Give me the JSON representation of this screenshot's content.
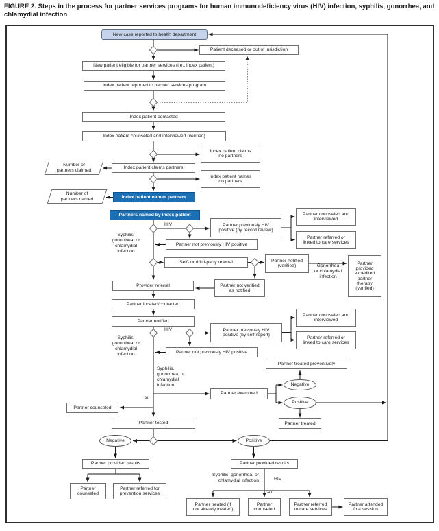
{
  "figure": {
    "title": "FIGURE 2. Steps in the process for partner services programs for human immunodeficiency virus (HIV) infection, syphilis, gonorrhea, and chlamydial infection"
  },
  "colors": {
    "accent_blue": "#1a6fb5",
    "light_blue_fill": "#c6d3ea",
    "box_border": "#6f6f6f",
    "line": "#1a1a1a"
  },
  "nodes": {
    "new_case": "New case reported to health department",
    "deceased": "Patient deceased or out of jurisdiction",
    "eligible": "New patient eligible for partner services (i.e., index patient)",
    "reported": "Index patient reported to partner services program",
    "contacted": "Index patient contacted",
    "counseled_interviewed": "Index patient counseled and interviewed (verified)",
    "claims_no_partners": "Index patient claims\nno partners",
    "claims_partners": "Index patient claims partners",
    "names_no_partners": "Index patient names\nno partners",
    "names_partners": "Index patient names partners",
    "number_claimed": "Number of\npartners claimed",
    "number_named": "Number of\npartners named",
    "partners_named_by_index": "Partners named by index patient",
    "prev_hiv_record": "Partner previously HIV\npositive (by record review)",
    "prev_hiv_self": "Partner previously HIV\npositive (by self-report)",
    "partner_counseled_interviewed": "Partner counseled and\ninterviewed",
    "partner_referred_linked": "Partner referred or\nlinked to care services",
    "not_prev_hiv": "Partner not previously HIV positive",
    "self_third_referral": "Self- or third-party referral",
    "notified_verified": "Partner notified\n(verified)",
    "ept": "Partner\nprovided\nexpedited\npartner\ntherapy\n(verified)",
    "provider_referral": "Provider referral",
    "not_verified_notified": "Partner not verified\nas notified",
    "located_contacted": "Partner located/contacted",
    "partner_notified": "Partner notified",
    "treated_preventively": "Partner treated preventively",
    "partner_examined": "Partner examined",
    "partner_treated": "Partner treated",
    "partner_counseled": "Partner counseled",
    "partner_tested": "Partner tested",
    "negative": "Negative",
    "positive": "Positive",
    "provided_results": "Partner provided results",
    "partner_counseled_2l": "Partner\ncounseled",
    "referred_prevention": "Partner referred for\nprevention services",
    "treated_if_needed": "Partner treated (if\nnot already treated)",
    "referred_care_2l": "Partner referred\nto care services",
    "attended_first": "Partner attended\nfirst session"
  },
  "labels": {
    "hiv": "HIV",
    "all": "All",
    "syphilis_gc_4l": "Syphilis,\ngonorrhea, or\nchlamydial\ninfection",
    "gonorrhea_chlamydial": "Gonorrhea\nor chlamydial\ninfection",
    "syphilis_gc_2l": "Syphilis, gonorrhea, or\nchlamydial infection"
  }
}
